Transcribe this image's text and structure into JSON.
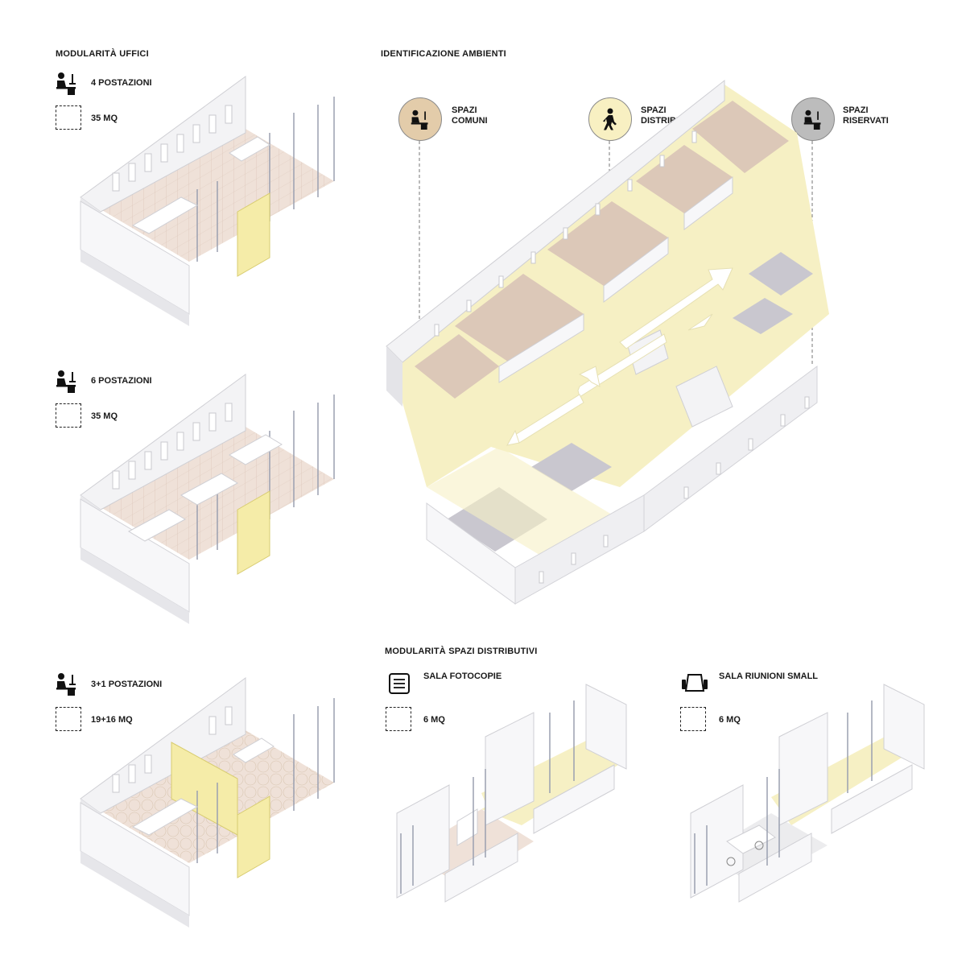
{
  "offices": {
    "title": "MODULARITÀ UFFICI",
    "modules": [
      {
        "postazioni": "4 POSTAZIONI",
        "area": "35 MQ"
      },
      {
        "postazioni": "6 POSTAZIONI",
        "area": "35 MQ"
      },
      {
        "postazioni": "3+1 POSTAZIONI",
        "area": "19+16 MQ"
      }
    ]
  },
  "environments": {
    "title": "IDENTIFICAZIONE AMBIENTI",
    "legend": [
      {
        "line1": "SPAZI",
        "line2": "COMUNI",
        "color": "#e3ccaa",
        "icon": "desk-worker-icon"
      },
      {
        "line1": "SPAZI",
        "line2": "DISTRIBUTIVI",
        "color": "#f8f0c2",
        "icon": "walking-person-icon"
      },
      {
        "line1": "SPAZI",
        "line2": "RISERVATI",
        "color": "#bcbcbc",
        "icon": "desk-worker-icon"
      }
    ]
  },
  "distribution": {
    "title": "MODULARITÀ SPAZI DISTRIBUTIVI",
    "modules": [
      {
        "name": "SALA FOTOCOPIE",
        "area": "6 MQ",
        "icon": "copier-icon"
      },
      {
        "name": "SALA RIUNIONI SMALL",
        "area": "6 MQ",
        "icon": "meeting-table-icon"
      }
    ]
  },
  "colors": {
    "wall": "#f4f4f6",
    "floor_office": "#efe1d8",
    "floor_distrib": "#f6f0c4",
    "partition_yellow": "#f5eca8",
    "room_common": "#dcc8b8",
    "room_reserved": "#c9c7cf"
  }
}
